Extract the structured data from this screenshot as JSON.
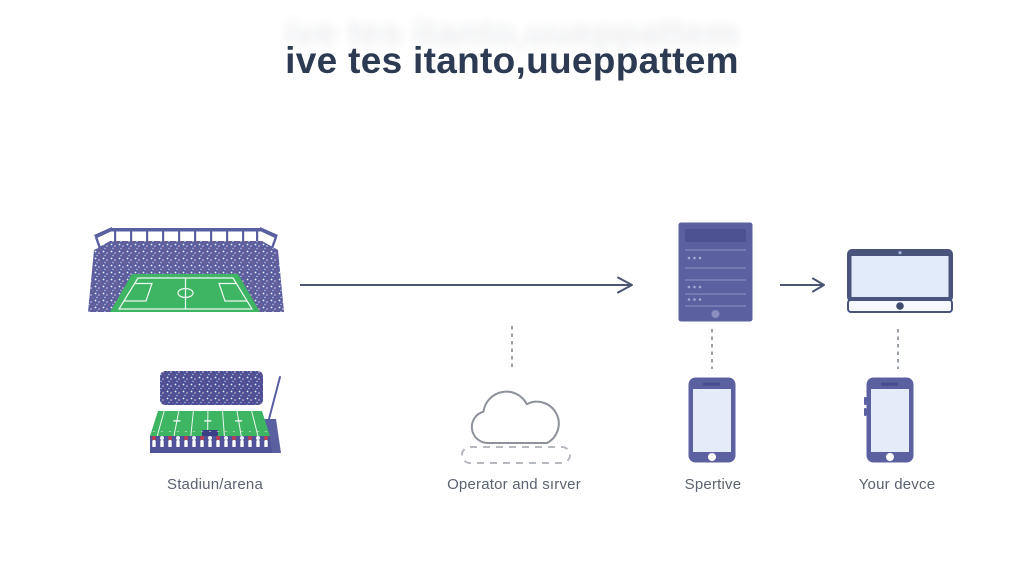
{
  "title": "ive tes itanto,uueppattem",
  "flow": {
    "labels": {
      "stadium": "Stadiun/arena",
      "operator": "Operator and sırver",
      "server_device": "Spertive",
      "your_device": "Your devce"
    }
  },
  "icons": {
    "stadium": "stadium-illustration",
    "console": "football-field-console-illustration",
    "cloud": "cloud-icon",
    "server": "server-tower-icon",
    "monitor": "desktop-monitor-icon",
    "phone_left": "smartphone-icon",
    "phone_right": "smartphone-icon",
    "arrow_main": "right-arrow",
    "arrow_secondary": "right-arrow",
    "connectors": "dashed-vertical-line"
  },
  "colors": {
    "title_text": "#2c3a52",
    "label_text": "#5b6370",
    "illustration_purple": "#5a5fa0",
    "illustration_purple_dark": "#4a4f96",
    "field_green": "#3db563",
    "screen_light": "#e2ebf9",
    "monitor_navy": "#49547d",
    "arrow": "#4b5572",
    "dashed_line": "#9aa0aa",
    "cloud_outline": "#8d929b"
  }
}
